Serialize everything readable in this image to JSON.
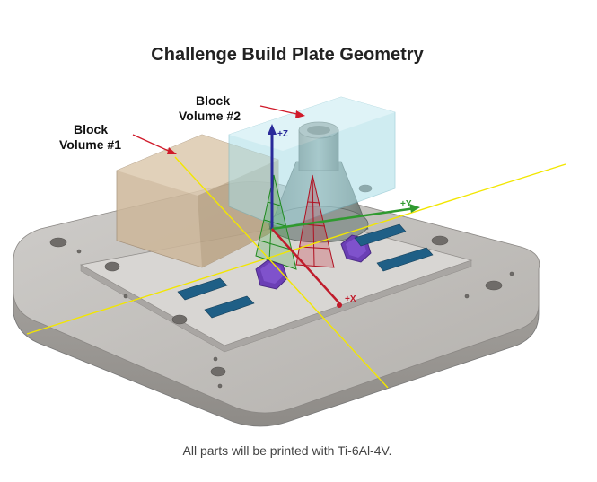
{
  "title": "Challenge Build Plate Geometry",
  "caption": "All parts will be printed with Ti-6Al-4V.",
  "callouts": {
    "block1_line1": "Block",
    "block1_line2": "Volume #1",
    "block2_line1": "Block",
    "block2_line2": "Volume #2"
  },
  "axes": {
    "z": "+Z",
    "y": "+Y",
    "x": "+X"
  },
  "colors": {
    "plate": "#b9b6b3",
    "block1": "#cdb79a",
    "block2": "#a9dde6",
    "blue_bars": "#1f5f86",
    "hex_nuts": "#6b3fb5",
    "z_axis": "#2a2a9a",
    "y_axis": "#2f9a2f",
    "x_axis": "#c01b2b",
    "yellow_line": "#f2e600"
  }
}
